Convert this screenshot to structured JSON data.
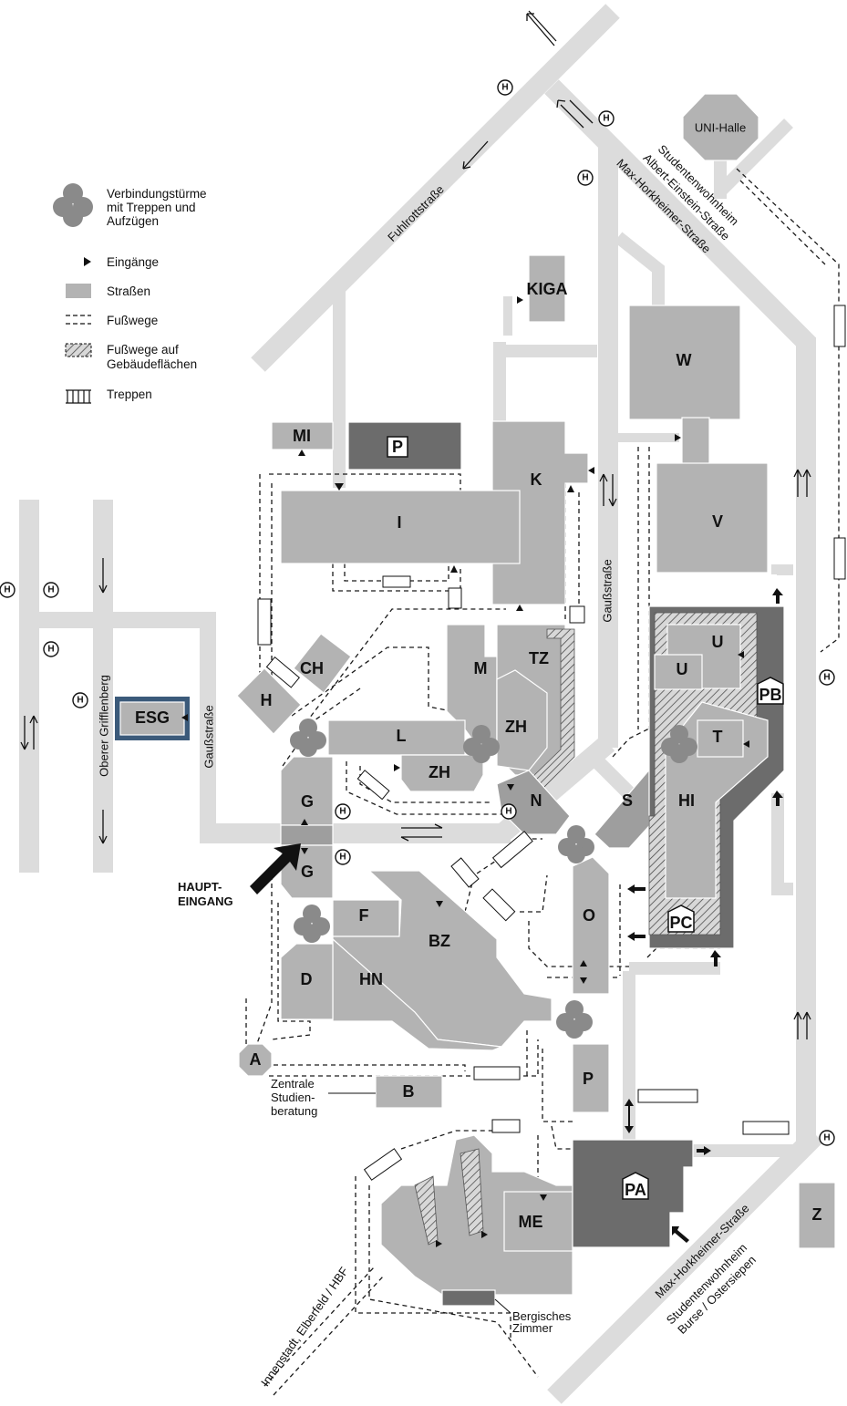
{
  "legend": {
    "towers": "Verbindungstürme mit Treppen und Aufzügen",
    "towers_lines": [
      "Verbindungstürme",
      "mit Treppen und",
      "Aufzügen"
    ],
    "entrances": "Eingänge",
    "streets": "Straßen",
    "footpaths": "Fußwege",
    "footpaths_building": "Fußwege auf Gebäudeflächen",
    "footpaths_building_lines": [
      "Fußwege auf",
      "Gebäudeflächen"
    ],
    "stairs": "Treppen"
  },
  "streets": {
    "fuhlrott": "Fuhlrottstraße",
    "max_horkheimer_top": "Max-Horkheimer-Straße",
    "max_horkheimer_bottom": "Max-Horkheimer-Straße",
    "gauss_center": "Gaußstraße",
    "gauss_west": "Gaußstraße",
    "oberer_grifflenberg": "Oberer Grifflenberg",
    "innenstadt": "Innenstadt, Elberfeld / HBF",
    "studentenwohnheim_top_1": "Studentenwohnheim",
    "studentenwohnheim_top_2": "Albert-Einstein-Straße",
    "studentenwohnheim_bottom_1": "Studentenwohnheim",
    "studentenwohnheim_bottom_2": "Burse / Ostersiepen"
  },
  "buildings": {
    "uni_halle": "UNI-Halle",
    "kiga": "KIGA",
    "w": "W",
    "v": "V",
    "k": "K",
    "mi": "MI",
    "p_parking": "P",
    "i": "I",
    "ch": "CH",
    "h": "H",
    "esg": "ESG",
    "m": "M",
    "tz": "TZ",
    "zh_upper": "ZH",
    "l": "L",
    "zh_lower": "ZH",
    "g_upper": "G",
    "g_lower": "G",
    "n": "N",
    "s": "S",
    "u_upper": "U",
    "u_lower": "U",
    "t": "T",
    "hi": "HI",
    "pb": "PB",
    "pc": "PC",
    "f": "F",
    "bz": "BZ",
    "o": "O",
    "d": "D",
    "hn": "HN",
    "a": "A",
    "p_building": "P",
    "b": "B",
    "me": "ME",
    "pa": "PA",
    "z": "Z"
  },
  "annotations": {
    "haupteingang_1": "HAUPT-",
    "haupteingang_2": "EINGANG",
    "zentrale_1": "Zentrale",
    "zentrale_2": "Studien-",
    "zentrale_3": "beratung",
    "bergisches_1": "Bergisches",
    "bergisches_2": "Zimmer"
  },
  "stop_letter": "H",
  "colors": {
    "road": "#dcdcdc",
    "building": "#b3b3b3",
    "building_dark": "#6c6c6c",
    "esg_border": "#3b5a7a",
    "tower": "#8a8a8a"
  }
}
